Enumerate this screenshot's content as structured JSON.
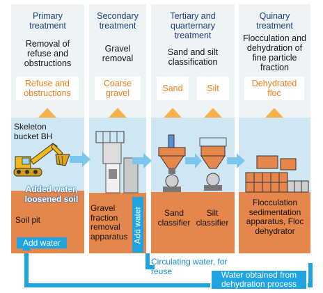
{
  "stages": [
    {
      "title": "Primary treatment",
      "description": "Removal of refuse and obstructions",
      "outputs": [
        "Refuse and obstructions"
      ]
    },
    {
      "title": "Secondary treatment",
      "description": "Gravel removal",
      "outputs": [
        "Coarse gravel"
      ]
    },
    {
      "title": "Tertiary and quarternary treatment",
      "description": "Sand and silt classification",
      "outputs": [
        "Sand",
        "Silt"
      ]
    },
    {
      "title": "Quinary treatment",
      "description": "Flocculation and dehydration of fine particle fraction",
      "outputs": [
        "Dehydrated floc"
      ]
    }
  ],
  "labels": {
    "skeleton_bucket": "Skeleton bucket BH",
    "added_water_loosened": "Added water, loosened soil",
    "soil_pit": "Soil pit",
    "add_water_left": "Add water",
    "gravel_apparatus": "Gravel fraction removal apparatus",
    "add_water_vertical": "Add water",
    "sand_classifier": "Sand classifier",
    "silt_classifier": "Silt classifier",
    "floc_apparatus": "Flocculation sedimentation apparatus, Floc dehydrator",
    "circulating_water": "Circulating water, for reuse",
    "water_dehydration": "Water obtained from dehydration process"
  },
  "colors": {
    "title_blue": "#1f3d7a",
    "output_orange": "#f07d1a",
    "arrow_orange": "#f8b04c",
    "water_blue": "#1fa4e0",
    "soil": "#e5874d",
    "sky": "#cfe7f3"
  }
}
